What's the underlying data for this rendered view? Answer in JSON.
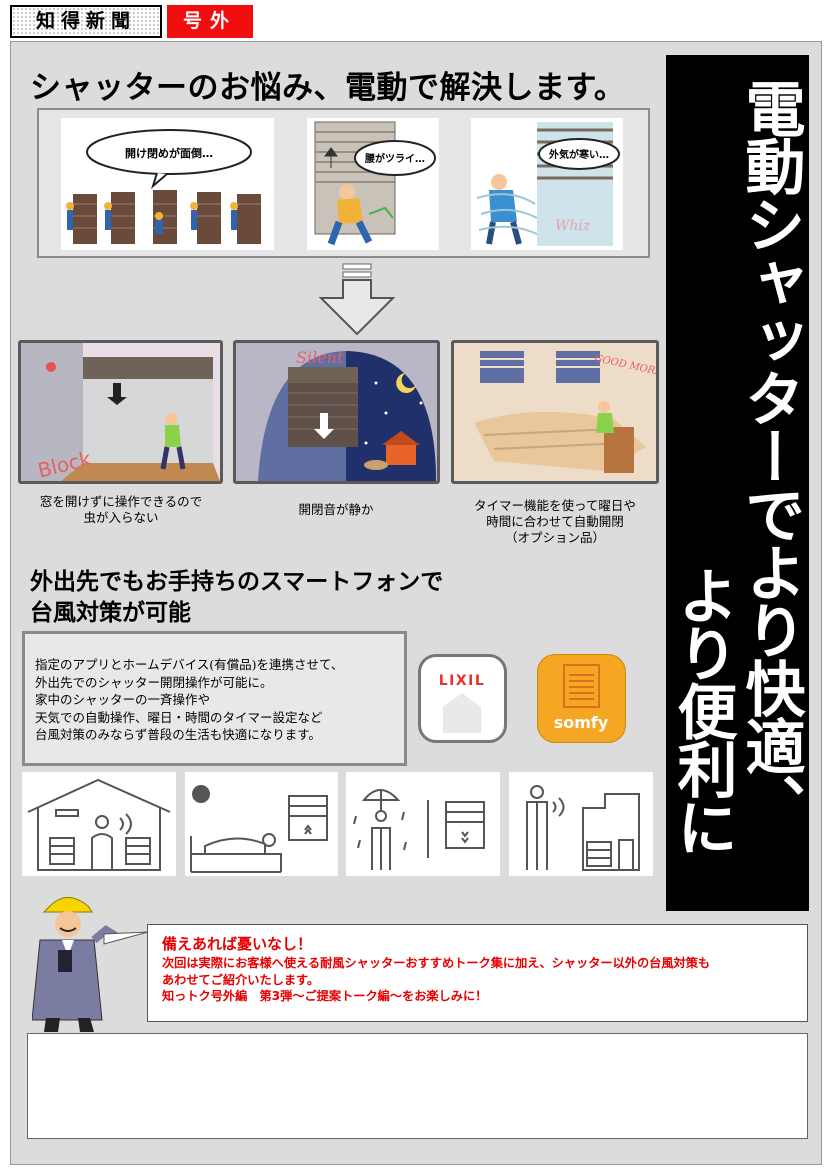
{
  "header": {
    "masthead": "知得新聞",
    "extra_label": "号外"
  },
  "banner": {
    "line1": "電動シャッターでより快適、",
    "line2": "より便利に"
  },
  "problems": {
    "heading": "シャッターのお悩み、電動で解決します。",
    "bubbles": [
      "開け閉めが面倒…",
      "腰がツライ…",
      "外気が寒い…"
    ]
  },
  "benefits": {
    "panel_words": [
      "Block",
      "Silent",
      "GOOD MORNING"
    ],
    "captions": [
      [
        "窓を開けずに操作できるので",
        "虫が入らない"
      ],
      [
        "開閉音が静か"
      ],
      [
        "タイマー機能を使って曜日や",
        "時間に合わせて自動開閉",
        "（オプション品）"
      ]
    ]
  },
  "smartphone": {
    "heading_lines": [
      "外出先でもお手持ちのスマートフォンで",
      "台風対策が可能"
    ],
    "description_lines": [
      "指定のアプリとホームデバイス(有償品)を連携させて、",
      "外出先でのシャッター開閉操作が可能に。",
      "家中のシャッターの一斉操作や",
      "天気での自動操作、曜日・時間のタイマー設定など",
      "台風対策のみならず普段の生活も快適になります。"
    ],
    "logos": {
      "lixil": "LIXIL",
      "somfy": "somfy"
    }
  },
  "notice": {
    "title": "備えあれば憂いなし！",
    "body_lines": [
      "次回は実際にお客様へ使える耐風シャッターおすすめトーク集に加え、シャッター以外の台風対策も",
      "あわせてご紹介いたします。",
      "知っトク号外編　第3弾～ご提案トーク編～をお楽しみに！"
    ]
  },
  "colors": {
    "accent_red": "#f00e0e",
    "notice_red": "#e60000",
    "somfy_orange": "#f5a623",
    "banner_black": "#000000",
    "sheet_gray": "#dcdcdc"
  }
}
